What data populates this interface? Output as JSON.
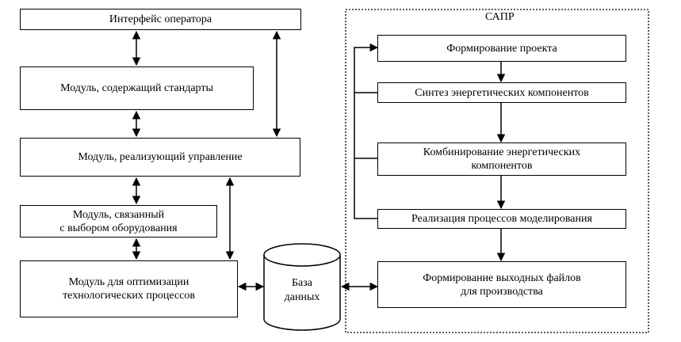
{
  "left_blocks": {
    "operator_interface": "Интерфейс оператора",
    "standards_module": "Модуль, содержащий стандарты",
    "control_module": "Модуль, реализующий управление",
    "equipment_module_line1": "Модуль, связанный",
    "equipment_module_line2": "с выбором оборудования",
    "optimization_module_line1": "Модуль для оптимизации",
    "optimization_module_line2": "технологических процессов"
  },
  "database": {
    "line1": "База",
    "line2": "данных"
  },
  "cad": {
    "title": "САПР",
    "project_formation": "Формирование проекта",
    "synthesis": "Синтез энергетических компонентов",
    "combining_line1": "Комбинирование энергетических",
    "combining_line2": "компонентов",
    "modeling": "Реализация процессов моделирования",
    "output_line1": "Формирование выходных файлов",
    "output_line2": "для производства"
  }
}
